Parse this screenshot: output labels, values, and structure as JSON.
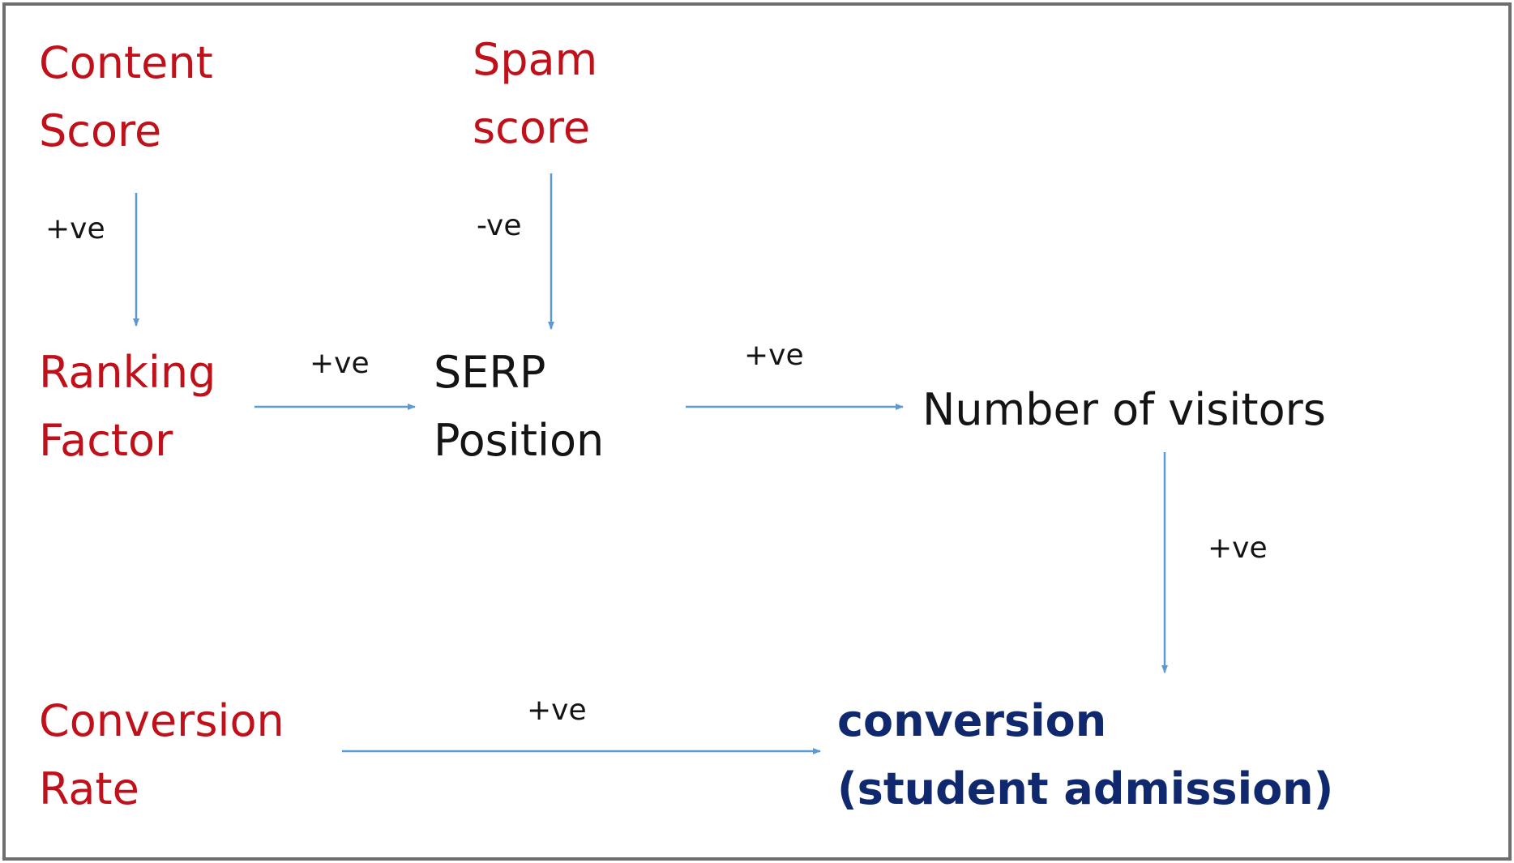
{
  "colors": {
    "factor": "#c0101a",
    "metric": "#141414",
    "outcome": "#10286e",
    "arrow": "#5b9bd5",
    "border": "#6e6e6e"
  },
  "nodes": {
    "content_score": [
      "Content",
      "Score"
    ],
    "spam_score": [
      "Spam",
      "score"
    ],
    "ranking_factor": [
      "Ranking",
      "Factor"
    ],
    "serp_position": [
      "SERP",
      "Position"
    ],
    "number_of_visitors": [
      "Number of visitors"
    ],
    "conversion_rate": [
      "Conversion",
      "Rate"
    ],
    "conversion": [
      "conversion",
      "(student admission)"
    ]
  },
  "edges": [
    {
      "from": "content_score",
      "to": "ranking_factor",
      "label": "+ve"
    },
    {
      "from": "spam_score",
      "to": "serp_position",
      "label": "-ve"
    },
    {
      "from": "ranking_factor",
      "to": "serp_position",
      "label": "+ve"
    },
    {
      "from": "serp_position",
      "to": "number_of_visitors",
      "label": "+ve"
    },
    {
      "from": "number_of_visitors",
      "to": "conversion",
      "label": "+ve"
    },
    {
      "from": "conversion_rate",
      "to": "conversion",
      "label": "+ve"
    }
  ]
}
